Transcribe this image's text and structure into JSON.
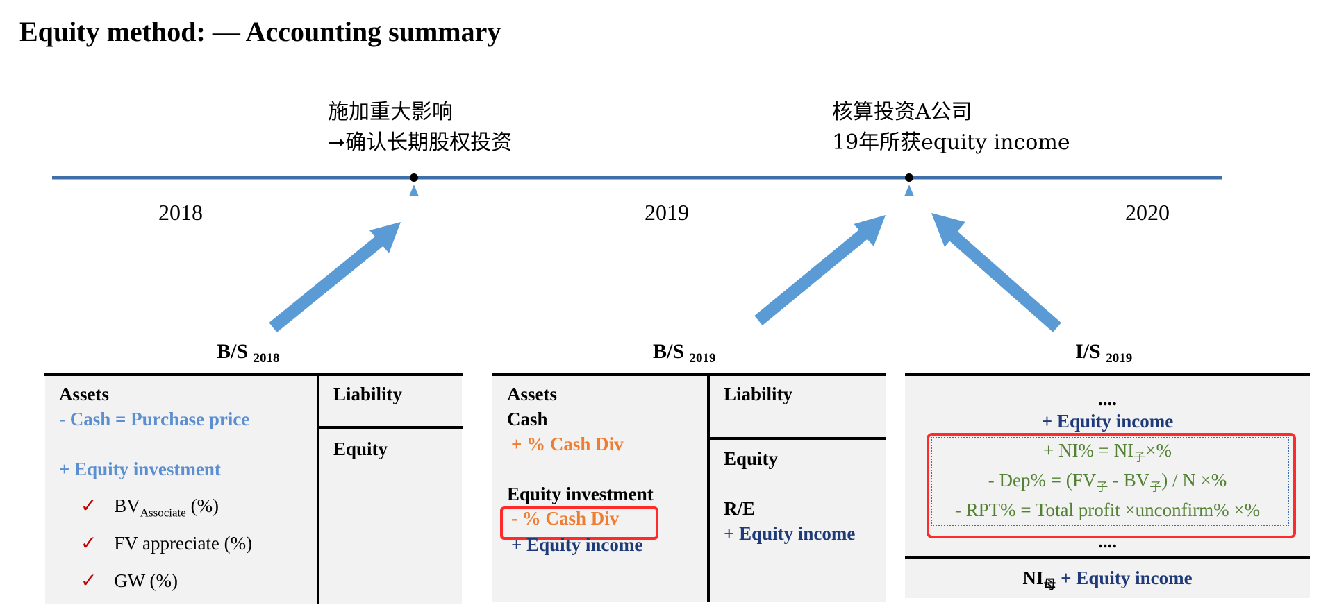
{
  "title": "Equity method: — Accounting summary",
  "timeline": {
    "years": [
      "2018",
      "2019",
      "2020"
    ],
    "event1": {
      "line1": "施加重大影响",
      "line2": "➞确认长期股权投资"
    },
    "event2": {
      "line1": "核算投资A公司",
      "line2": "19年所获equity income"
    }
  },
  "bs2018": {
    "header": "B/S",
    "header_sub": "2018",
    "assets": "Assets",
    "cash_line": "-  Cash = Purchase price",
    "equity_investment": "+ Equity investment",
    "checks": [
      {
        "mark": "✓",
        "text": "BV",
        "sub": "Associate",
        "after": " (%)"
      },
      {
        "mark": "✓",
        "text": "FV appreciate (%)",
        "sub": "",
        "after": ""
      },
      {
        "mark": "✓",
        "text": "GW (%)",
        "sub": "",
        "after": ""
      }
    ],
    "liability": "Liability",
    "equity": "Equity"
  },
  "bs2019": {
    "header": "B/S",
    "header_sub": "2019",
    "assets": "Assets",
    "cash": "Cash",
    "cash_div_plus": "+ % Cash Div",
    "equity_investment": "Equity investment",
    "cash_div_minus": "-  % Cash Div",
    "equity_income": "+ Equity income",
    "liability": "Liability",
    "equity": "Equity",
    "re": "R/E",
    "re_equity_income": "+ Equity income"
  },
  "is2019": {
    "header": "I/S",
    "header_sub": "2019",
    "dots_top": "....",
    "equity_income": "+ Equity income",
    "formula1": {
      "a": "+ NI% = NI",
      "sub": "子",
      "b": "×%"
    },
    "formula2": {
      "a": "- Dep% = (FV",
      "sub1": "子",
      "b": " - BV",
      "sub2": "子",
      "c": ") / N ×%"
    },
    "formula3": "- RPT% = Total profit ×unconfirm% ×%",
    "dots_bottom": "....",
    "ni_parent": {
      "a": "NI",
      "sub": "母",
      "b": " + Equity income"
    }
  },
  "colors": {
    "timeline": "#3f6fa8",
    "arrow": "#5b9bd5",
    "highlight_box": "#ff2a2a",
    "dark_blue": "#1f3a78",
    "light_blue": "#5b8fd0",
    "orange": "#ee7d31",
    "green": "#548235"
  }
}
